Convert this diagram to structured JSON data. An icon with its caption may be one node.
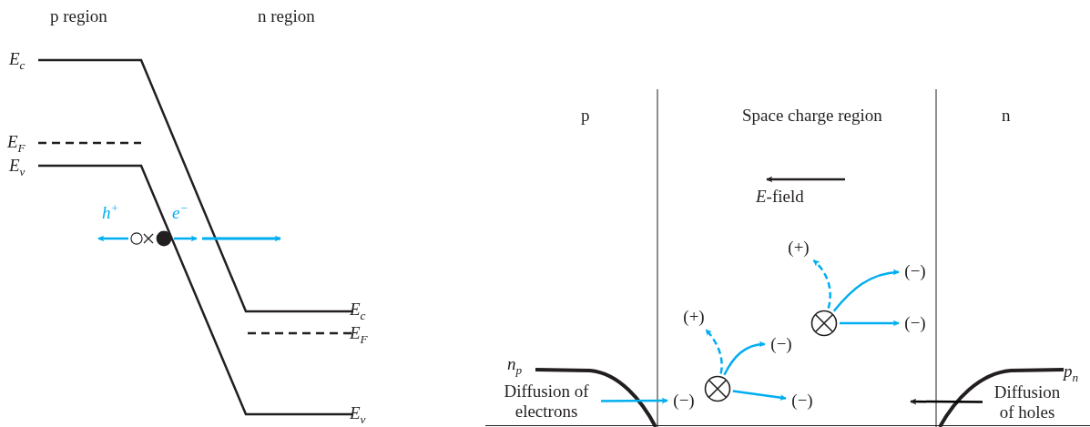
{
  "diagram": {
    "nodes": [
      {
        "text": [
          "Diffusion of electrons"
        ]
      },
      {
        "text": [
          "(−)"
        ]
      },
      {
        "text": [],
        "shape": "circle"
      },
      {
        "text": [
          "(−)"
        ]
      },
      {
        "text": [
          "(−)"
        ]
      },
      {
        "text": [
          "(+)"
        ]
      },
      {
        "text": [],
        "shape": "circle"
      },
      {
        "text": [
          "(+)"
        ]
      },
      {
        "text": [
          "(−)"
        ]
      },
      {
        "text": [
          "(−)"
        ]
      },
      {
        "text": [
          "Diffusion of holes"
        ]
      },
      {
        "text": [],
        "shape": "circle"
      },
      {
        "text": [],
        "shape": "dot"
      }
    ],
    "edges": [
      {
        "from": 0,
        "to": 1,
        "arrow": "to"
      },
      {
        "from": 2,
        "to": 3,
        "arrow": "to"
      },
      {
        "from": 2,
        "to": 4,
        "arrow": "to"
      },
      {
        "from": 2,
        "to": 5,
        "arrow": "to",
        "style": "dashed"
      },
      {
        "from": 6,
        "to": 7,
        "arrow": "to",
        "style": "dashed"
      },
      {
        "from": 6,
        "to": 8,
        "arrow": "to"
      },
      {
        "from": 6,
        "to": 9,
        "arrow": "to"
      },
      {
        "from": 10,
        "to": null,
        "arrow": "to",
        "color": "#000000"
      },
      {
        "from": 11,
        "to": null,
        "arrow": "to"
      },
      {
        "from": 12,
        "to": null,
        "arrow": "to"
      }
    ],
    "labels": [
      "p region",
      "n region",
      "*E*$_{c}$",
      "*E*$_{F}$",
      "*E*$_{v}$",
      "*h*$^{+}$",
      "*e*$^{−}$",
      "*E*$_{c}$",
      "*E*$_{F}$",
      "*E*$_{v}$",
      "p",
      "Space charge region",
      "n",
      "*E*-field",
      "*n*$_{p}$",
      "*p*$_{n}$"
    ]
  }
}
